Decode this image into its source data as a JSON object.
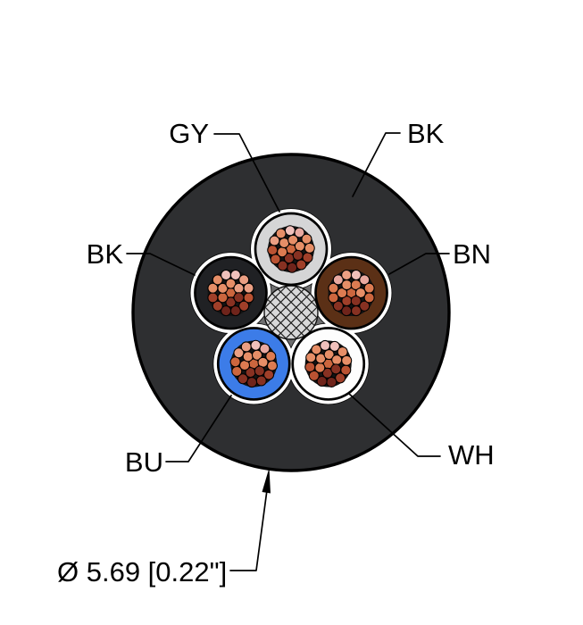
{
  "diagram": {
    "type": "5-conductor-cable-cross-section",
    "labels": {
      "gy": {
        "text": "GY",
        "target": "gray-conductor"
      },
      "bk_jacket": {
        "text": "BK",
        "target": "outer-jacket"
      },
      "bn": {
        "text": "BN",
        "target": "brown-conductor"
      },
      "bk_core": {
        "text": "BK",
        "target": "black-conductor"
      },
      "bu": {
        "text": "BU",
        "target": "blue-conductor"
      },
      "wh": {
        "text": "WH",
        "target": "white-conductor"
      }
    },
    "dimension": {
      "text": "Ø 5.69 [0.22\"]"
    },
    "strands_per_conductor": 19,
    "conductors": [
      {
        "code": "GY",
        "color": "#d5d5d6",
        "angle_deg": -90
      },
      {
        "code": "BN",
        "color": "#5b3016",
        "angle_deg": -18
      },
      {
        "code": "WH",
        "color": "#fdfdfd",
        "angle_deg": 54
      },
      {
        "code": "BU",
        "color": "#3c7ce8",
        "angle_deg": 126
      },
      {
        "code": "BK",
        "color": "#202124",
        "angle_deg": 198
      }
    ],
    "colors": {
      "background": "#ffffff",
      "jacket": "#2e2f31",
      "filler": "#6f6f70",
      "wrap": "#ffffff",
      "center_filler": "#d8d8d9",
      "hatch": "#1c1c1c",
      "strand_backdrop": "#141414",
      "line": "#000000",
      "strand_palette": [
        "#f0c0bb",
        "#e9a9a0",
        "#eb9f83",
        "#e68e67",
        "#dc7b51",
        "#cc663e",
        "#ba5232",
        "#a03f29",
        "#873122",
        "#6f241b"
      ]
    }
  }
}
